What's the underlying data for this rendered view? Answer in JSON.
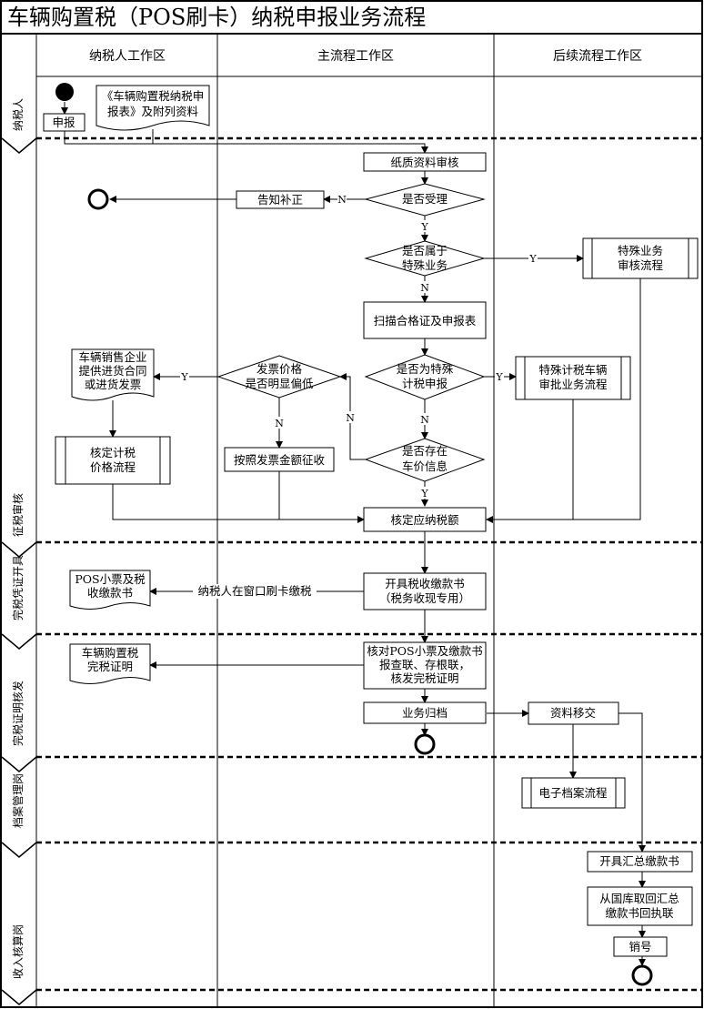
{
  "title": "车辆购置税（POS刷卡）纳税申报业务流程",
  "columns": [
    "纳税人工作区",
    "主流程工作区",
    "后续流程工作区"
  ],
  "lanes": [
    "纳税人",
    "征税审核",
    "完税凭证开具",
    "完税证明核发",
    "档案管理岗",
    "收入核算岗"
  ],
  "nodes": {
    "declare": "申报",
    "doc1": [
      "《车辆购置税纳税申",
      "报表》及附列资料"
    ],
    "paper_review": "纸质资料审核",
    "accept_q": "是否受理",
    "notify": "告知补正",
    "special_q": [
      "是否属于",
      "特殊业务"
    ],
    "special_flow": [
      "特殊业务",
      "审核流程"
    ],
    "scan": "扫描合格证及申报表",
    "special_tax_q": [
      "是否为特殊",
      "计税申报"
    ],
    "special_tax_flow": [
      "特殊计税车辆",
      "审批业务流程"
    ],
    "invoice_q": [
      "发票价格",
      "是否明显偏低"
    ],
    "dealer_doc": [
      "车辆销售企业",
      "提供进货合同",
      "或进货发票"
    ],
    "price_q": [
      "是否存在",
      "车价信息"
    ],
    "by_invoice": "按照发票金额征收",
    "assess_flow": [
      "核定计税",
      "价格流程"
    ],
    "assess_tax": "核定应纳税额",
    "issue_book": [
      "开具税收缴款书",
      "（税务收现专用）"
    ],
    "pos_doc": [
      "POS小票及税",
      "收缴款书"
    ],
    "pay_card": "纳税人在窗口刷卡缴税",
    "verify": [
      "核对POS小票及缴款书",
      "报查联、存根联，",
      "核发完税证明"
    ],
    "cert_doc": [
      "车辆购置税",
      "完税证明"
    ],
    "archive": "业务归档",
    "transfer": "资料移交",
    "e_archive": "电子档案流程",
    "summary_book": "开具汇总缴款书",
    "retrieve": [
      "从国库取回汇总",
      "缴款书回执联"
    ],
    "cancel": "销号"
  },
  "edge_labels": {
    "yes": "Y",
    "no": "N"
  }
}
